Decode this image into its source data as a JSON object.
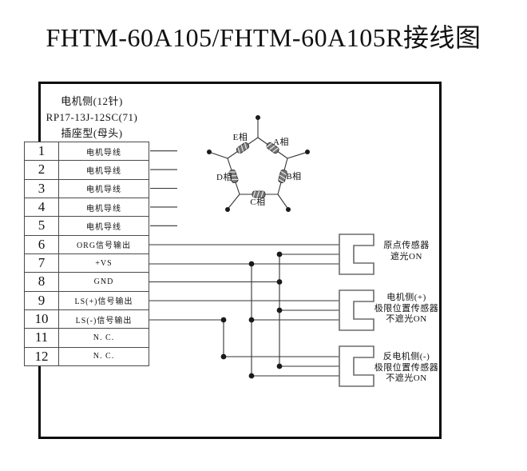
{
  "title": "FHTM-60A105/FHTM-60A105R接线图",
  "connector_label": {
    "line1": "电机侧(12针)",
    "line2": "RP17-13J-12SC(71)",
    "line3": "插座型(母头)"
  },
  "pin_table": {
    "rows": [
      {
        "num": "1",
        "label": "电机导线"
      },
      {
        "num": "2",
        "label": "电机导线"
      },
      {
        "num": "3",
        "label": "电机导线"
      },
      {
        "num": "4",
        "label": "电机导线"
      },
      {
        "num": "5",
        "label": "电机导线"
      },
      {
        "num": "6",
        "label": "ORG信号输出"
      },
      {
        "num": "7",
        "label": "+VS"
      },
      {
        "num": "8",
        "label": "GND"
      },
      {
        "num": "9",
        "label": "LS(+)信号输出"
      },
      {
        "num": "10",
        "label": "LS(-)信号输出"
      },
      {
        "num": "11",
        "label": "N. C."
      },
      {
        "num": "12",
        "label": "N. C."
      }
    ]
  },
  "motor": {
    "phases": [
      "E相",
      "A相",
      "B相",
      "D相",
      "C相"
    ]
  },
  "sensors": [
    {
      "lines": [
        "原点传感器",
        "遮光ON",
        ""
      ]
    },
    {
      "lines": [
        "电机侧(+)",
        "极限位置传感器",
        "不遮光ON"
      ]
    },
    {
      "lines": [
        "反电机侧(-)",
        "极限位置传感器",
        "不遮光ON"
      ]
    }
  ],
  "colors": {
    "ink": "#111111",
    "wire": "#333333",
    "box_border": "#0a0a0a",
    "table_border": "#4a4a4a",
    "sensor_outline": "#6b6b6b"
  }
}
